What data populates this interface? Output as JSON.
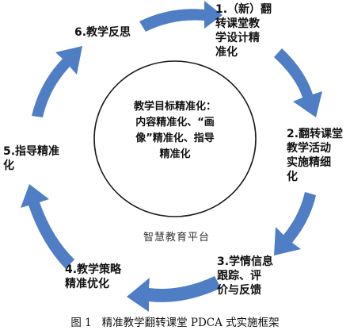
{
  "steps": [
    {
      "label": "1.（新）翻\n转课堂教\n学设计精\n准化"
    },
    {
      "label": "2.翻转课堂\n教学活动\n实施精细\n化"
    },
    {
      "label": "3.学情信息\n跟踪、评\n价与反馈"
    },
    {
      "label": "4.教学策略\n精准优化"
    },
    {
      "label": "5.指导精准\n化"
    },
    {
      "label": "6.教学反思"
    }
  ],
  "center": {
    "text": "教学目标精准化：\n内容精准化、“画\n像”精准化、指导\n精准化"
  },
  "platform_label": "智慧教育平台",
  "caption": "图 1   精准教学翻转课堂 PDCA 式实施框架",
  "colors": {
    "arrow": "#4f7ec4",
    "circle_stroke": "#1a1a1a",
    "text": "#111111"
  }
}
